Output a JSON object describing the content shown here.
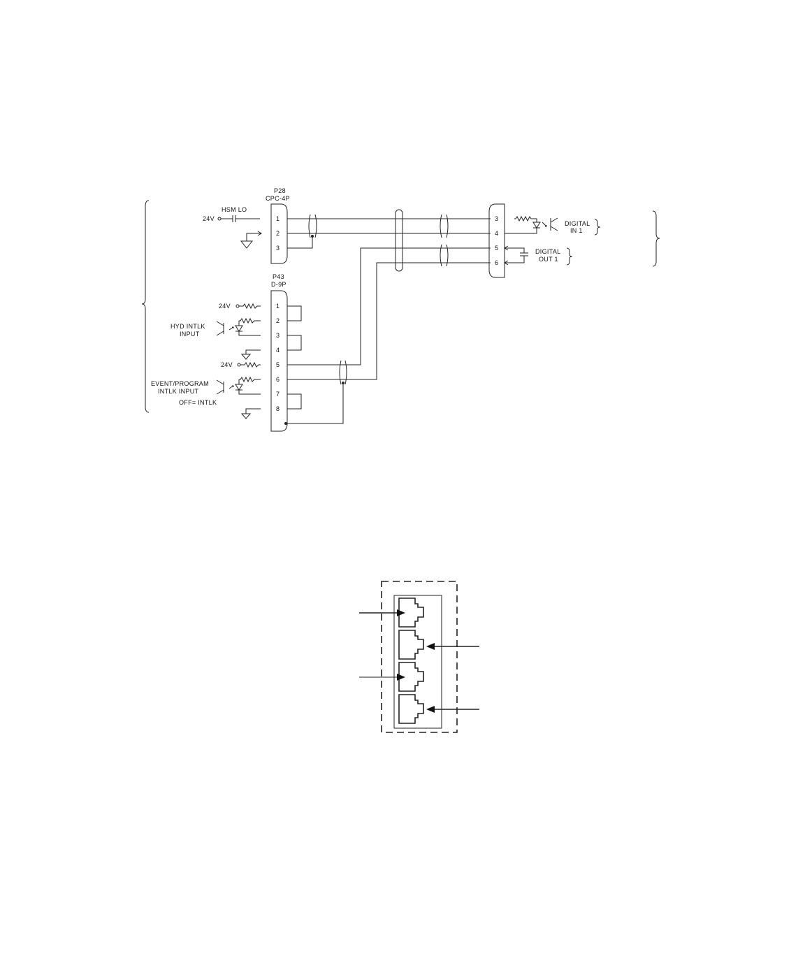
{
  "schematic": {
    "connector_p28": {
      "ref": "P28",
      "type": "CPC-4P",
      "pins": [
        "1",
        "2",
        "3"
      ]
    },
    "connector_p43": {
      "ref": "P43",
      "type": "D-9P",
      "pins": [
        "1",
        "2",
        "3",
        "4",
        "5",
        "6",
        "7",
        "8"
      ]
    },
    "connector_remote": {
      "pins": [
        "3",
        "4",
        "5",
        "6"
      ]
    },
    "labels": {
      "hsm_lo": "HSM LO",
      "supply_24v": "24V",
      "hyd_intlk_line1": "HYD INTLK",
      "hyd_intlk_line2": "INPUT",
      "event_line1": "EVENT/PROGRAM",
      "event_line2": "INTLK INPUT",
      "off_intlk": "OFF= INTLK",
      "digital_in_line1": "DIGITAL",
      "digital_in_line2": "IN 1",
      "digital_out_line1": "DIGITAL",
      "digital_out_line2": "OUT 1"
    }
  },
  "panel": {
    "port_count": 4
  }
}
